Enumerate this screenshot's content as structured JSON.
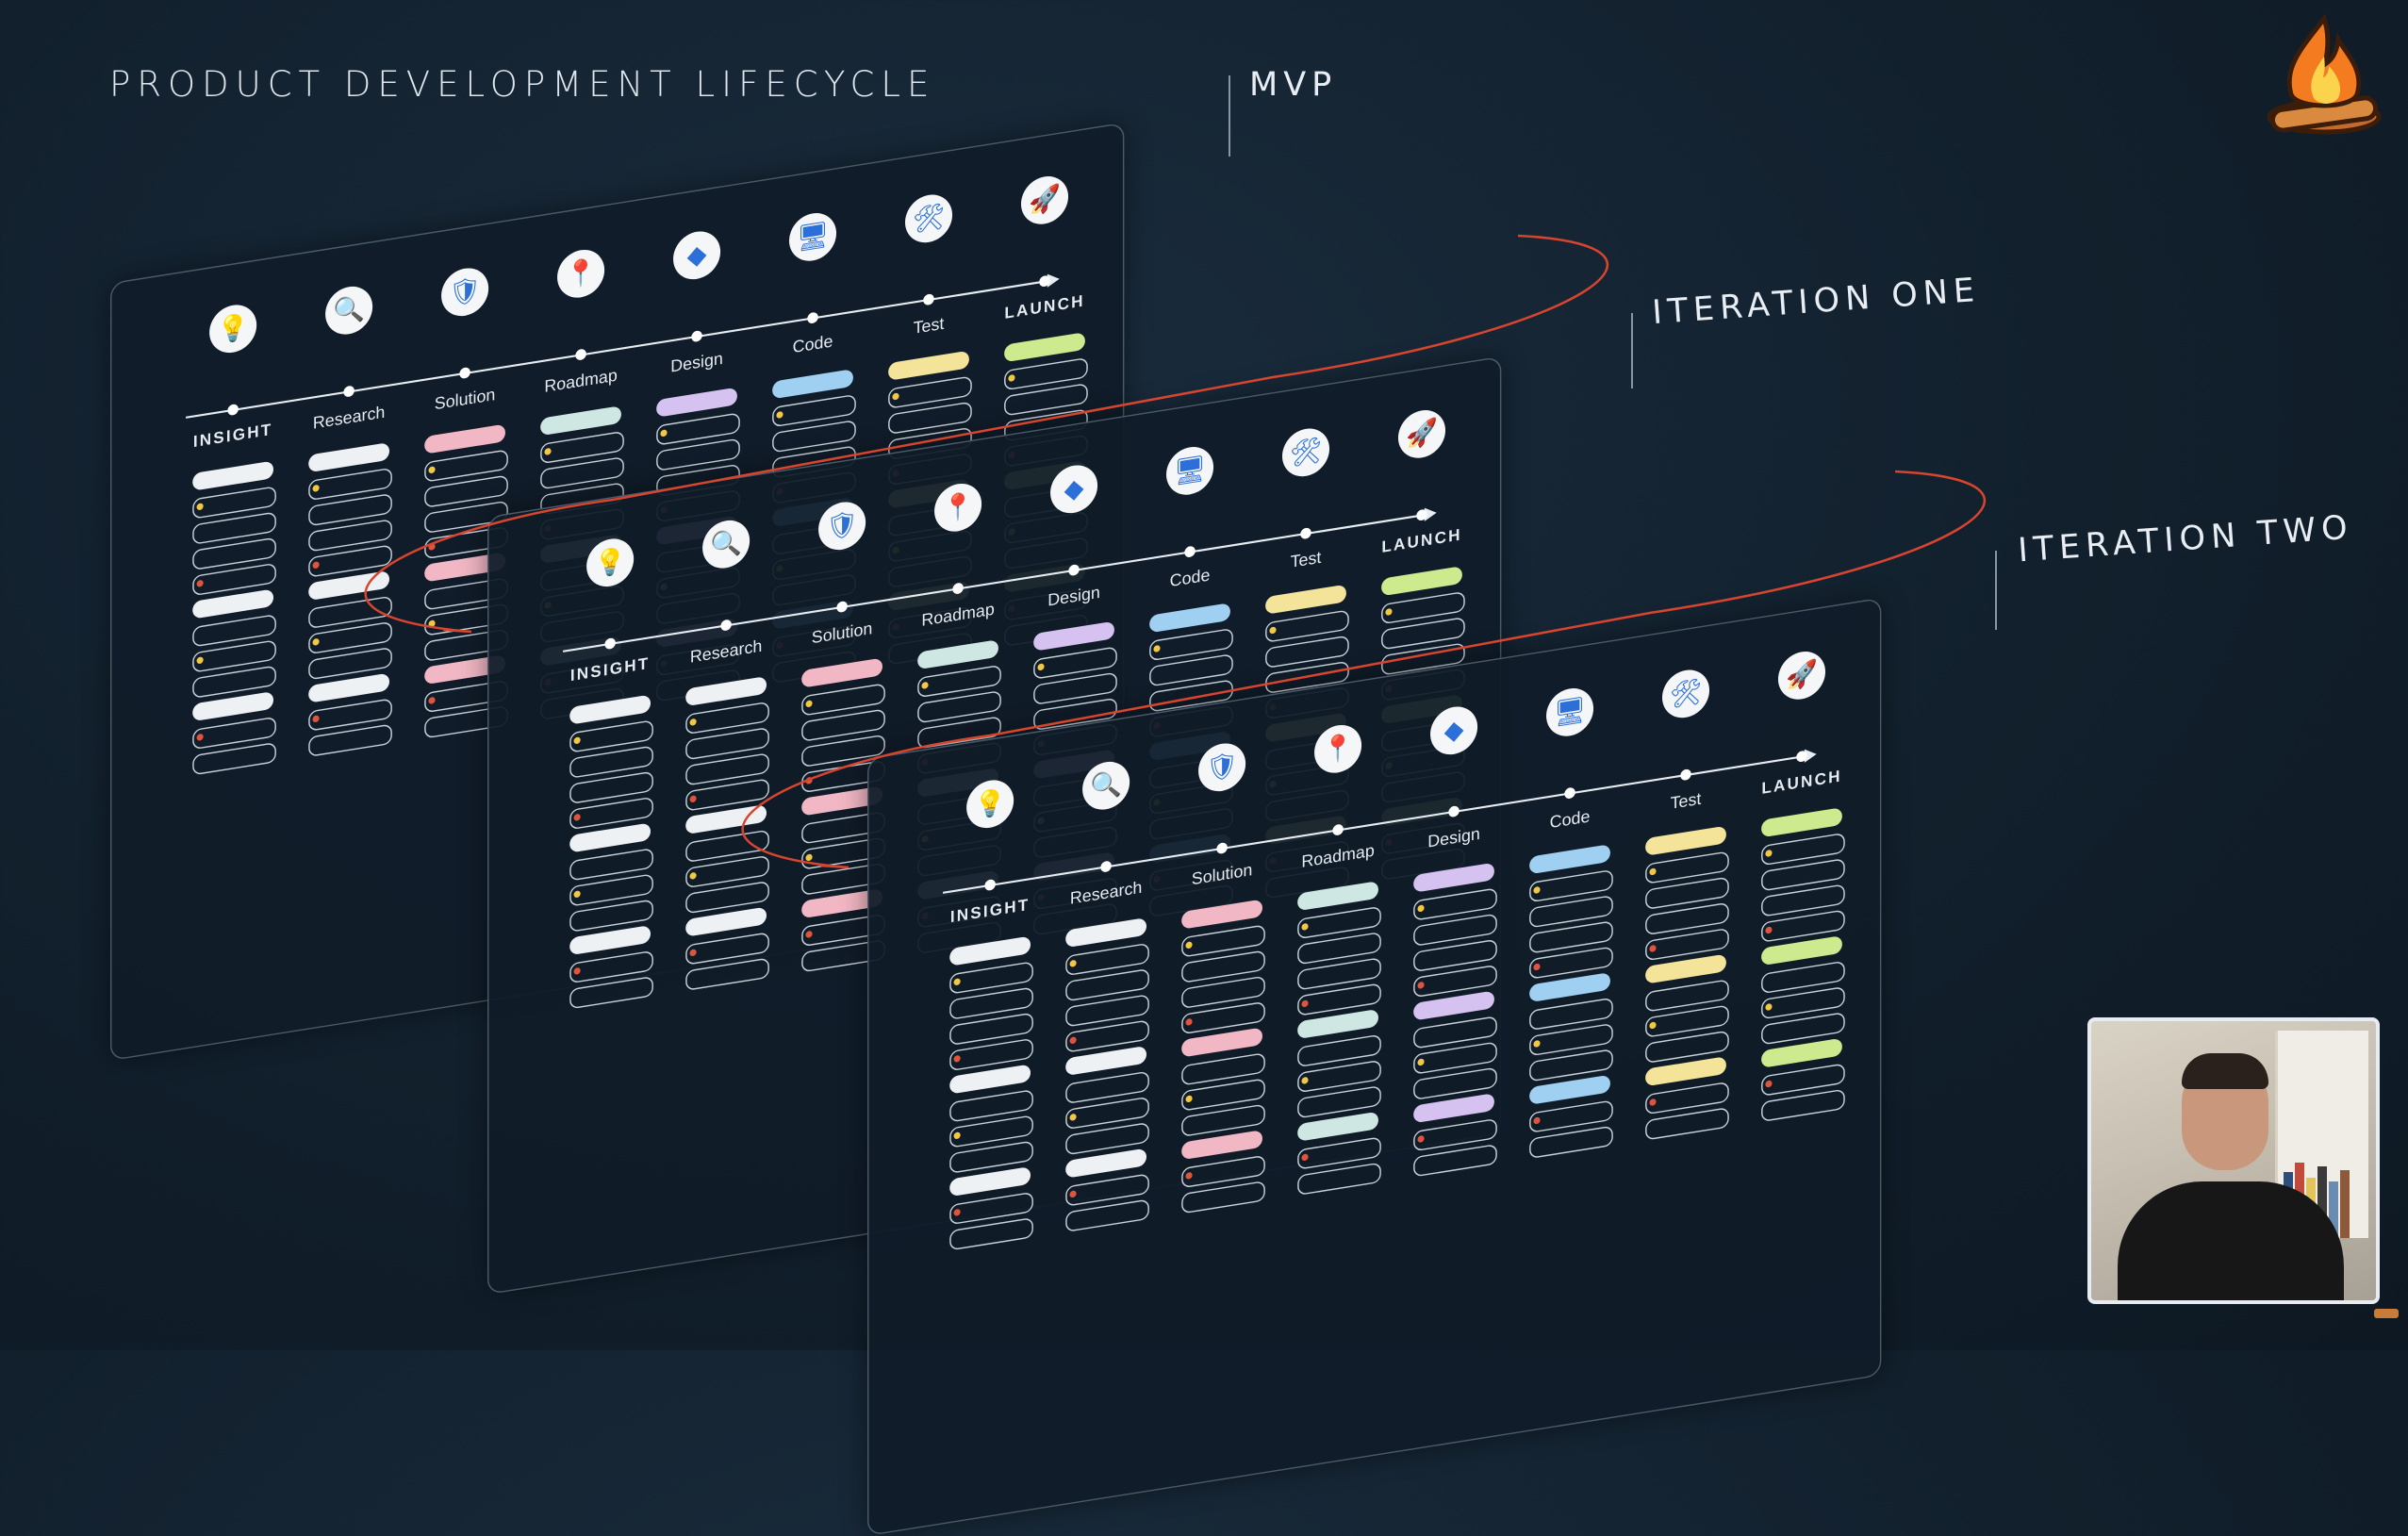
{
  "title": "PRODUCT DEVELOPMENT LIFECYCLE",
  "stages": [
    "MVP",
    "ITERATION ONE",
    "ITERATION TWO"
  ],
  "steps": [
    {
      "label": "INSIGHT",
      "icon": "lightbulb-icon",
      "glyph": "💡"
    },
    {
      "label": "Research",
      "icon": "magnifier-icon",
      "glyph": "🔍"
    },
    {
      "label": "Solution",
      "icon": "shield-check-icon",
      "glyph": "🛡"
    },
    {
      "label": "Roadmap",
      "icon": "map-pin-icon",
      "glyph": "📍"
    },
    {
      "label": "Design",
      "icon": "shapes-icon",
      "glyph": "◆"
    },
    {
      "label": "Code",
      "icon": "monitor-code-icon",
      "glyph": "🖥"
    },
    {
      "label": "Test",
      "icon": "hammer-wrench-icon",
      "glyph": "🛠"
    },
    {
      "label": "LAUNCH",
      "icon": "rocket-icon",
      "glyph": "🚀"
    }
  ],
  "colors": {
    "background": "#12202d",
    "loop_line": "#d8452f",
    "solution_pill": "#f2b7c4",
    "roadmap_pill": "#cfe7e2",
    "design_pill": "#d5c2f0",
    "code_pill": "#9fd0f2",
    "test_pill": "#f3e49a",
    "launch_pill": "#cdea8e"
  },
  "logo": "campfire-logo",
  "webcam": "presenter-webcam-overlay"
}
